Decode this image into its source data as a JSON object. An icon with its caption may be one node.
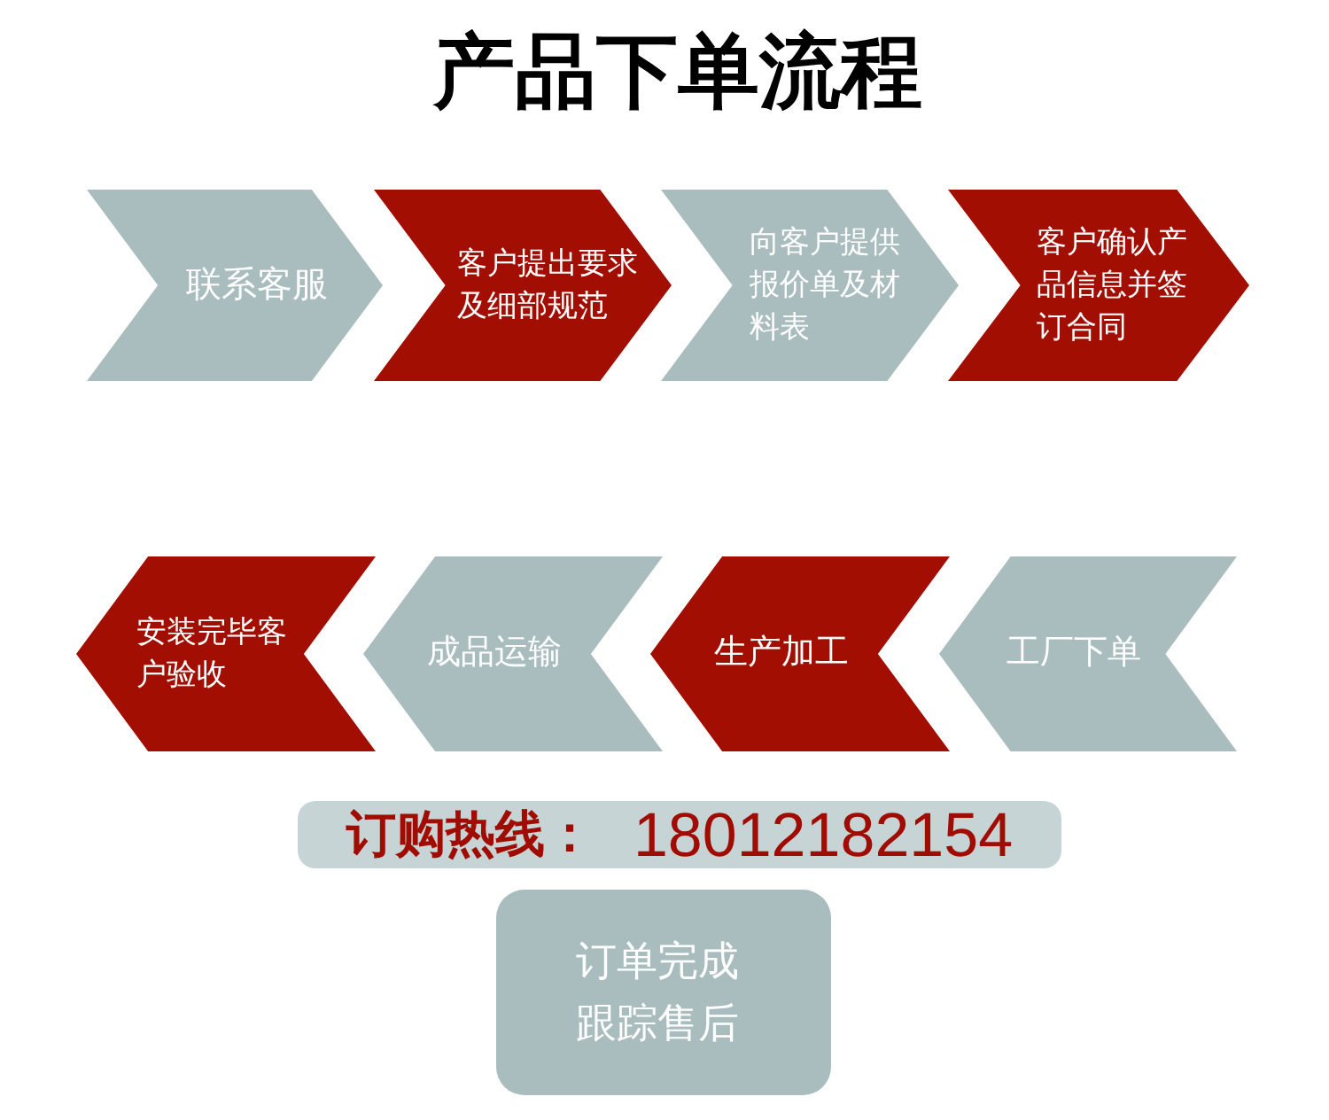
{
  "diagram": {
    "title": "产品下单流程",
    "nodes": [
      {
        "text": [
          "联系客服"
        ]
      },
      {
        "text": [
          "客户提出要求及细部规范"
        ]
      },
      {
        "text": [
          "向客户提供报价单及材料表"
        ]
      },
      {
        "text": [
          "客户确认产品信息并签订合同"
        ]
      },
      {
        "text": [
          "工厂下单"
        ]
      },
      {
        "text": [
          "生产加工"
        ]
      },
      {
        "text": [
          "成品运输"
        ]
      },
      {
        "text": [
          "安装完毕客户验收"
        ]
      },
      {
        "text": [
          "订购热线：",
          "18012182154"
        ]
      },
      {
        "text": [
          "订单完成跟踪售后"
        ]
      }
    ]
  }
}
